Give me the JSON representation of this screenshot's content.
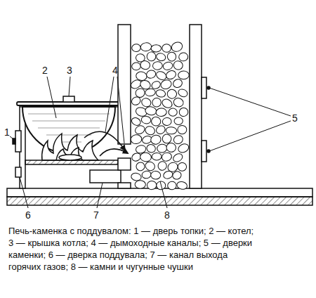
{
  "diagram": {
    "caption": "Печь-каменка с поддувалом: 1 — дверь топки; 2 — котел; 3 — крышка котла; 4 — дымоходные каналы; 5 — дверки каменки; 6 — дверка поддувала; 7 — канал выхода горячих газов; 8 — камни и чугунные чушки",
    "labels": [
      "1",
      "2",
      "3",
      "4",
      "5",
      "6",
      "7",
      "8"
    ]
  }
}
